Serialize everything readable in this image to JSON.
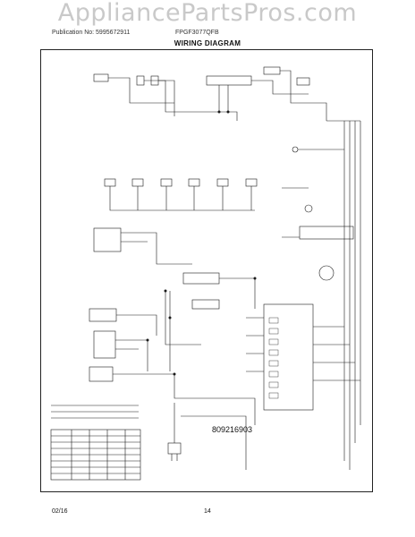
{
  "header": {
    "watermark": "AppliancePartsPros.com",
    "publication": "Publication No: 5995672911",
    "model": "FPGF3077QFB",
    "title": "WIRING DIAGRAM"
  },
  "diagram": {
    "part_number": "809216903"
  },
  "footer": {
    "date": "02/16",
    "page": "14"
  },
  "colors": {
    "line": "#1a1a1a",
    "watermark": "#c9c9c9"
  }
}
